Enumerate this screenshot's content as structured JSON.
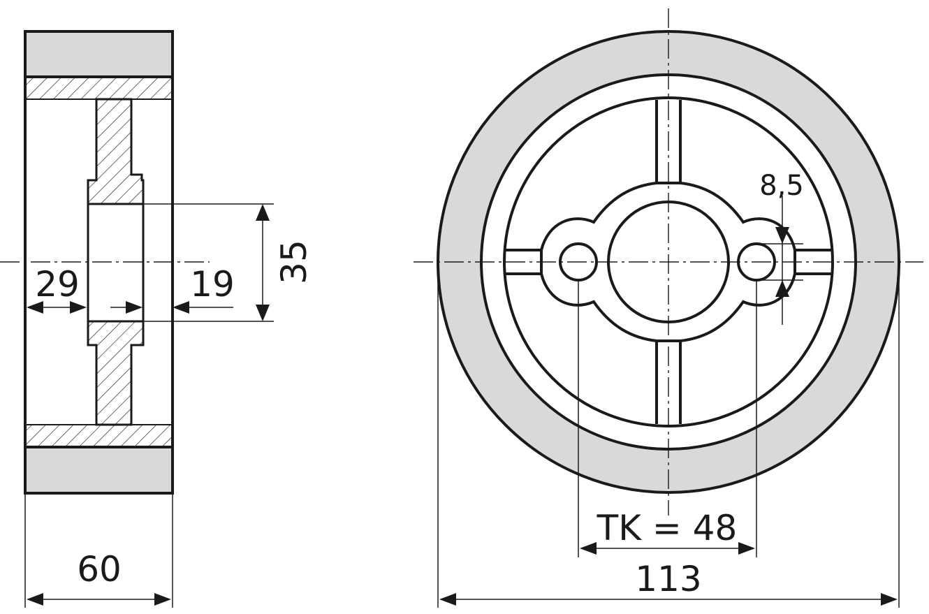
{
  "drawing": {
    "colors": {
      "line": "#1a1a1a",
      "tread": "#d9d9d9",
      "hatch": "#1a1a1a",
      "background": "#ffffff"
    },
    "side_view": {
      "dim_width": "60",
      "dim_hub_left": "29",
      "dim_hub_right": "19",
      "dim_bore": "35"
    },
    "front_view": {
      "dim_hole": "8,5",
      "dim_bolt_circle": "TK = 48",
      "dim_outer_diameter": "113"
    }
  }
}
